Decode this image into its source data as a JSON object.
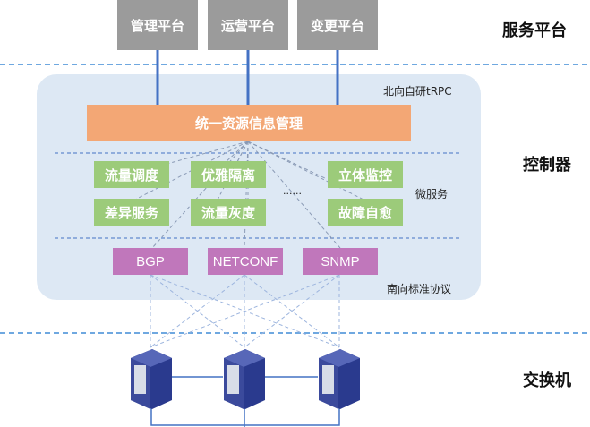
{
  "layers": {
    "service": "服务平台",
    "controller": "控制器",
    "switch": "交换机"
  },
  "service_platforms": [
    {
      "label": "管理平台"
    },
    {
      "label": "运营平台"
    },
    {
      "label": "变更平台"
    }
  ],
  "controller": {
    "northbound_label": "北向自研tRPC",
    "resource_manager": "统一资源信息管理",
    "microservices_label": "微服务",
    "microservices": [
      {
        "label": "流量调度"
      },
      {
        "label": "优雅隔离"
      },
      {
        "label": "立体监控"
      },
      {
        "label": "差异服务"
      },
      {
        "label": "流量灰度"
      },
      {
        "label": "故障自愈"
      }
    ],
    "ellipsis": "......",
    "southbound_label": "南向标准协议",
    "protocols": [
      {
        "label": "BGP"
      },
      {
        "label": "NETCONF"
      },
      {
        "label": "SNMP"
      }
    ]
  },
  "switches": [
    {
      "icon": "switch-icon"
    },
    {
      "icon": "switch-icon"
    },
    {
      "icon": "switch-icon"
    }
  ],
  "colors": {
    "platform": "#9b9b9b",
    "panel": "#dde8f4",
    "resource_bar": "#f3a775",
    "microservice": "#9ccb7a",
    "protocol": "#c077bb",
    "connector": "#4472c4",
    "separator": "#6fa8e0",
    "switch": "#3b4a9c"
  }
}
